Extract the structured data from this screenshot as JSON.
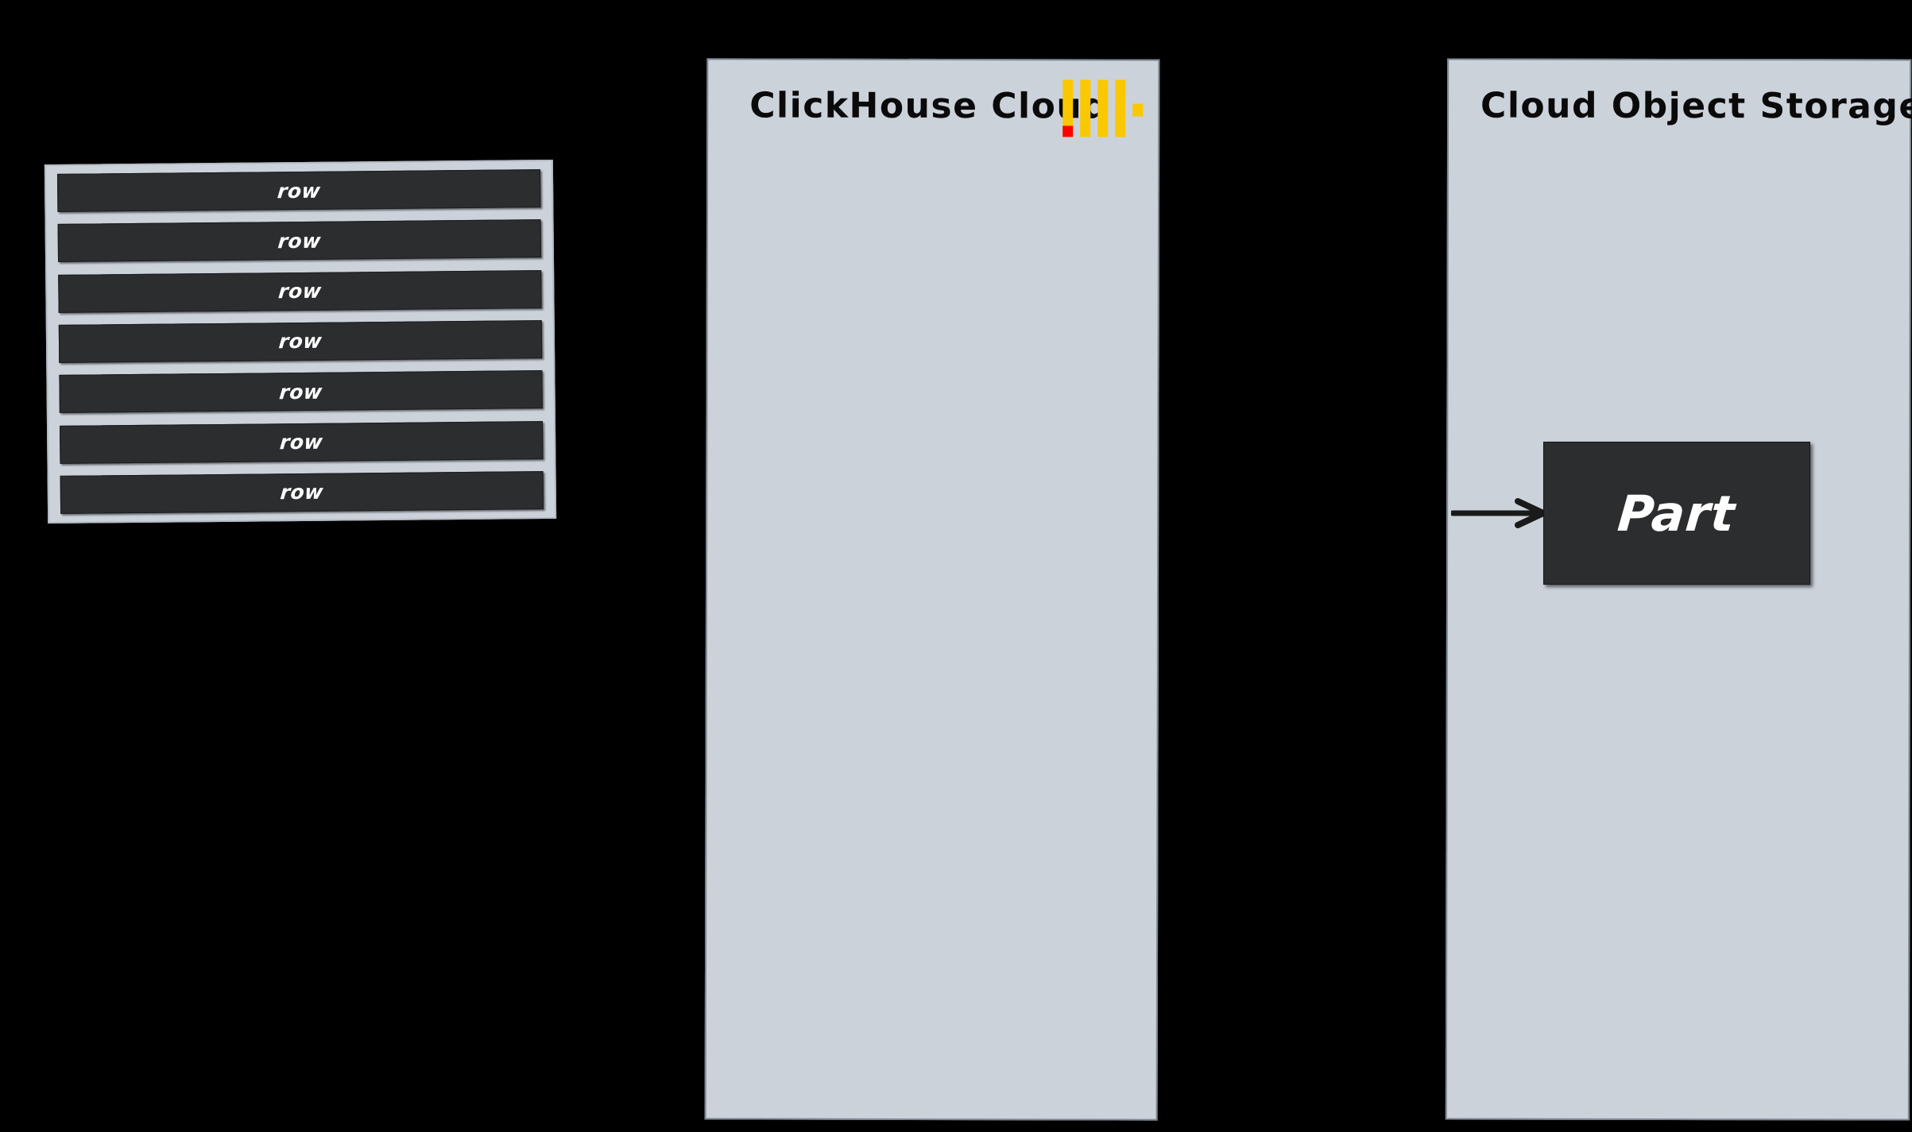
{
  "background_color": "#000000",
  "theme": {
    "panel_fill": "#ccd2da",
    "panel_border": "#7d8792",
    "box_fill": "#2b2d2f",
    "box_text": "#ffffff",
    "title_text": "#0a0a0a",
    "logo_yellow": "#fac800",
    "logo_red": "#ff0000",
    "arrow_color": "#1a1a1a"
  },
  "rows_table": {
    "name": "row-stack",
    "rows": [
      {
        "label": "row"
      },
      {
        "label": "row"
      },
      {
        "label": "row"
      },
      {
        "label": "row"
      },
      {
        "label": "row"
      },
      {
        "label": "row"
      },
      {
        "label": "row"
      }
    ]
  },
  "clickhouse_cloud_panel": {
    "title": "ClickHouse Cloud",
    "logo": {
      "icon_name": "clickhouse-logo-icon",
      "bars": 4,
      "accent_square_color": "#ff0000",
      "bar_color": "#fac800"
    }
  },
  "cloud_object_storage_panel": {
    "title": "Cloud Object Storage",
    "part_box": {
      "label": "Part"
    },
    "inbound_arrow": {
      "icon_name": "arrow-right-icon",
      "direction": "right"
    }
  }
}
